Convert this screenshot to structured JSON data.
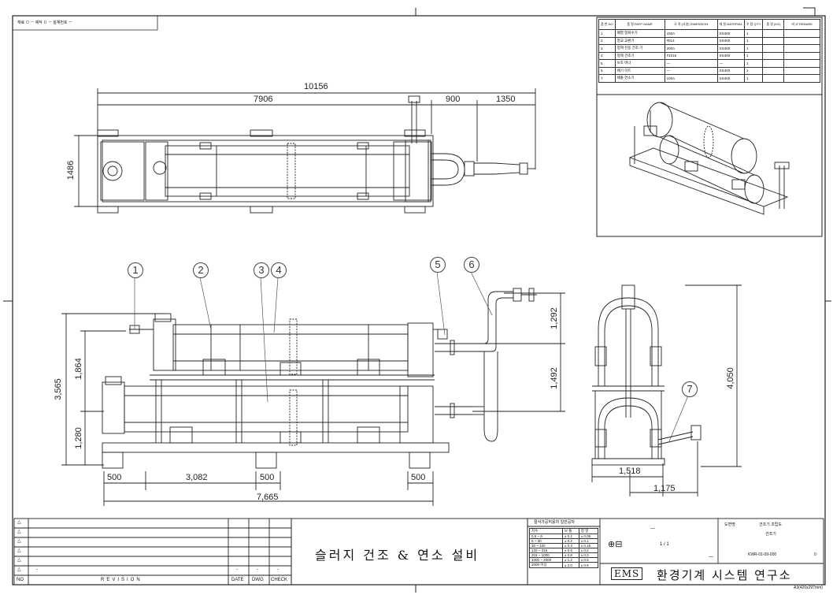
{
  "top_header": {
    "text": "재료 ㅁ  ㅡ  제작 ㅁ  ㅡ  설계번호  ㅡ"
  },
  "parts_list": {
    "headers": [
      "품 번 NO",
      "품 명 PART NAME",
      "규 격 (사양) DIMENSION",
      "재 질 MATERIAL",
      "수 량 Q'TY",
      "중 량 (KG)",
      "비 고 REMARK"
    ],
    "rows": [
      [
        "1",
        "폐열 열회수기",
        "150A",
        "SS400",
        "1",
        "",
        ""
      ],
      [
        "2",
        "열교 교환기",
        "#514",
        "SS400",
        "1",
        "",
        ""
      ],
      [
        "3",
        "정제 진동 건조 기",
        "200A",
        "SS400",
        "1",
        "",
        ""
      ],
      [
        "4",
        "정제 건조기",
        "#1016",
        "SS400",
        "1",
        "",
        ""
      ],
      [
        "5",
        "보조 버너",
        "—",
        "—",
        "1",
        "",
        ""
      ],
      [
        "6",
        "배기 덕트",
        "—",
        "SS400",
        "1",
        "",
        ""
      ],
      [
        "7",
        "배출 연소기",
        "100A",
        "SS400",
        "1",
        "",
        ""
      ]
    ]
  },
  "dimensions": {
    "top_overall": "10156",
    "top_main": "7906",
    "top_900": "900",
    "top_1350": "1350",
    "top_height": "1486",
    "front_3565": "3,565",
    "front_1864": "1,864",
    "front_1280": "1,280",
    "front_500a": "500",
    "front_3082": "3,082",
    "front_500b": "500",
    "front_500c": "500",
    "front_7665": "7,665",
    "front_1292": "1,292",
    "front_1492": "1,492",
    "side_4050": "4,050",
    "side_1518": "1,518",
    "side_1175": "1,175"
  },
  "balloons": [
    "1",
    "2",
    "3",
    "4",
    "5",
    "6",
    "7"
  ],
  "revision_block": {
    "no_label": "NO",
    "revision_label": "REVISION",
    "date_label": "DATE",
    "dwg_label": "DWG",
    "check_label": "CHECK",
    "dash": "-"
  },
  "drawing_title": "슬러지 건조 & 연소 설비",
  "tolerance_table": {
    "title": "절삭가공허용차 일반공차",
    "rows": [
      [
        "치수",
        "보 통",
        "정 밀"
      ],
      [
        "0.5 ~ 6",
        "± 0.1",
        "± 0.05"
      ],
      [
        "6 ~ 30",
        "± 0.2",
        "± 0.1"
      ],
      [
        "30 ~ 120",
        "± 0.3",
        "± 0.15"
      ],
      [
        "120 ~ 315",
        "± 0.5",
        "± 0.2"
      ],
      [
        "315 ~ 1000",
        "± 0.8",
        "± 0.3"
      ],
      [
        "1000 ~ 2000",
        "± 1.2",
        "± 0.5"
      ],
      [
        "2000 이상",
        "± 2.0",
        "± 0.8"
      ]
    ]
  },
  "title_block": {
    "projection": "⊕⊟",
    "scale": "1 / 1",
    "dash": "—",
    "label_a": "도면명",
    "value_a": "건조기 조립도",
    "label_b": "건조기",
    "drawing_no": "KWR-01-09-000",
    "sheet": "0",
    "logo": "EMS",
    "org_name": "환경기계 시스템 연구소",
    "footnote": "A3(420x297mm)"
  }
}
